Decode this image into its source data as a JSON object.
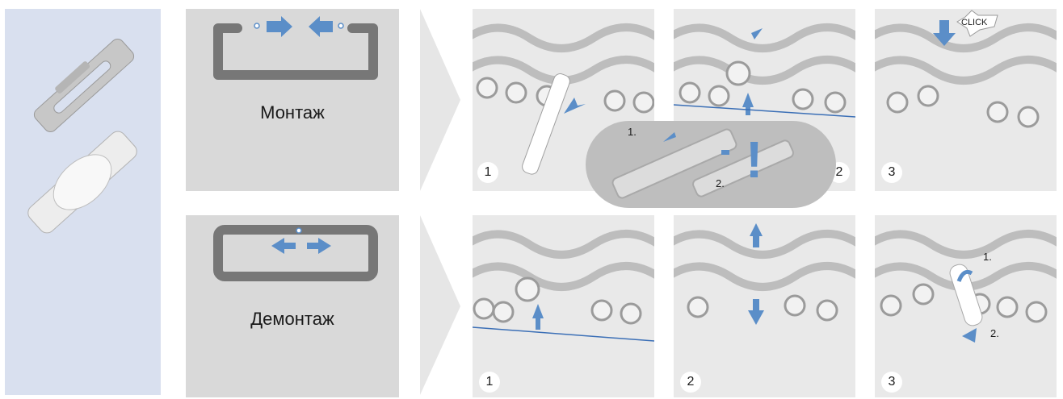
{
  "modes": [
    {
      "label": "Монтаж"
    },
    {
      "label": "Демонтаж"
    }
  ],
  "mount_steps": [
    "1",
    "2",
    "3"
  ],
  "dismount_steps": [
    "1",
    "2",
    "3"
  ],
  "callout": {
    "sub1": "1.",
    "sub2": "2.",
    "alert": "!"
  },
  "click_label": "CLICK",
  "dismount_sub": {
    "sub1": "1.",
    "sub2": "2."
  },
  "colors": {
    "arrow": "#5b8ec8",
    "panel": "#d9d9d9",
    "side": "#d9e0ef",
    "chain": "#777777"
  }
}
